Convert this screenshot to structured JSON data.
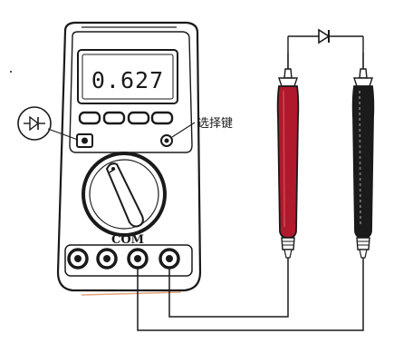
{
  "diagram": {
    "display_reading": "0.627",
    "selector_label": "选择键",
    "com_label": "COM",
    "diode_symbol": "diode-symbol",
    "colors": {
      "line": "#1a1a1a",
      "red_probe": "#b0182c",
      "black_probe": "#1b1b1b",
      "orange_hint": "#e08b57",
      "background": "#ffffff"
    }
  }
}
